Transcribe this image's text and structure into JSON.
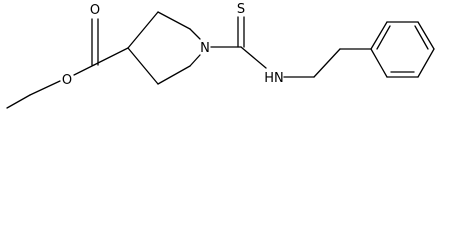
{
  "diagram": {
    "labels": {
      "carbonyl_oxygen": "O",
      "ester_oxygen": "O",
      "ring_nitrogen": "N",
      "thione_sulfur": "S",
      "amide_nh": "HN"
    },
    "colors": {
      "bond": "#000000",
      "text": "#000000",
      "background": "#ffffff"
    }
  }
}
